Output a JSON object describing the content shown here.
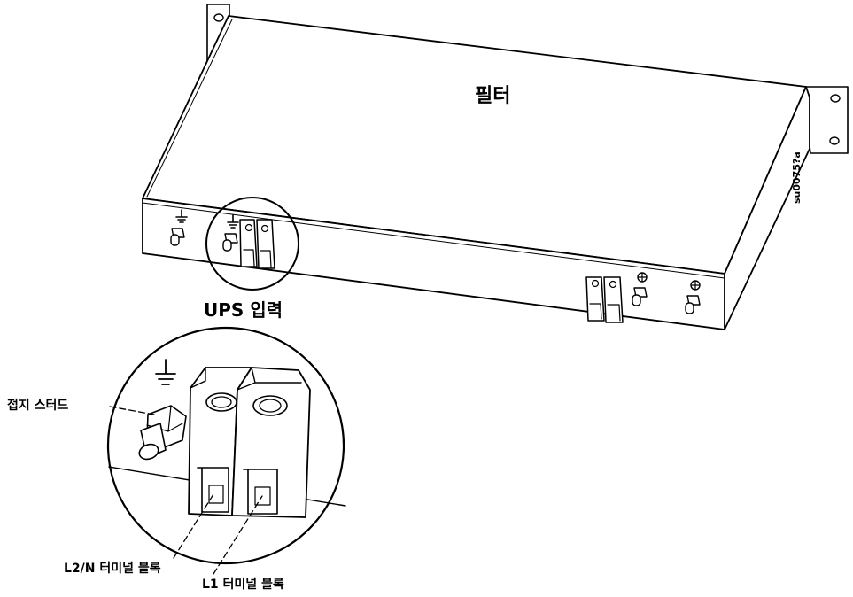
{
  "diagram": {
    "unit_label": "필터",
    "figure_id": "su0075?a",
    "callout_label": "UPS 입력",
    "labels": {
      "ground_stud": "접지 스터드",
      "l2n_terminal": "L2/N 터미널 블록",
      "l1_terminal": "L1 터미널 블록"
    },
    "colors": {
      "line": "#000000",
      "background": "#ffffff"
    }
  }
}
